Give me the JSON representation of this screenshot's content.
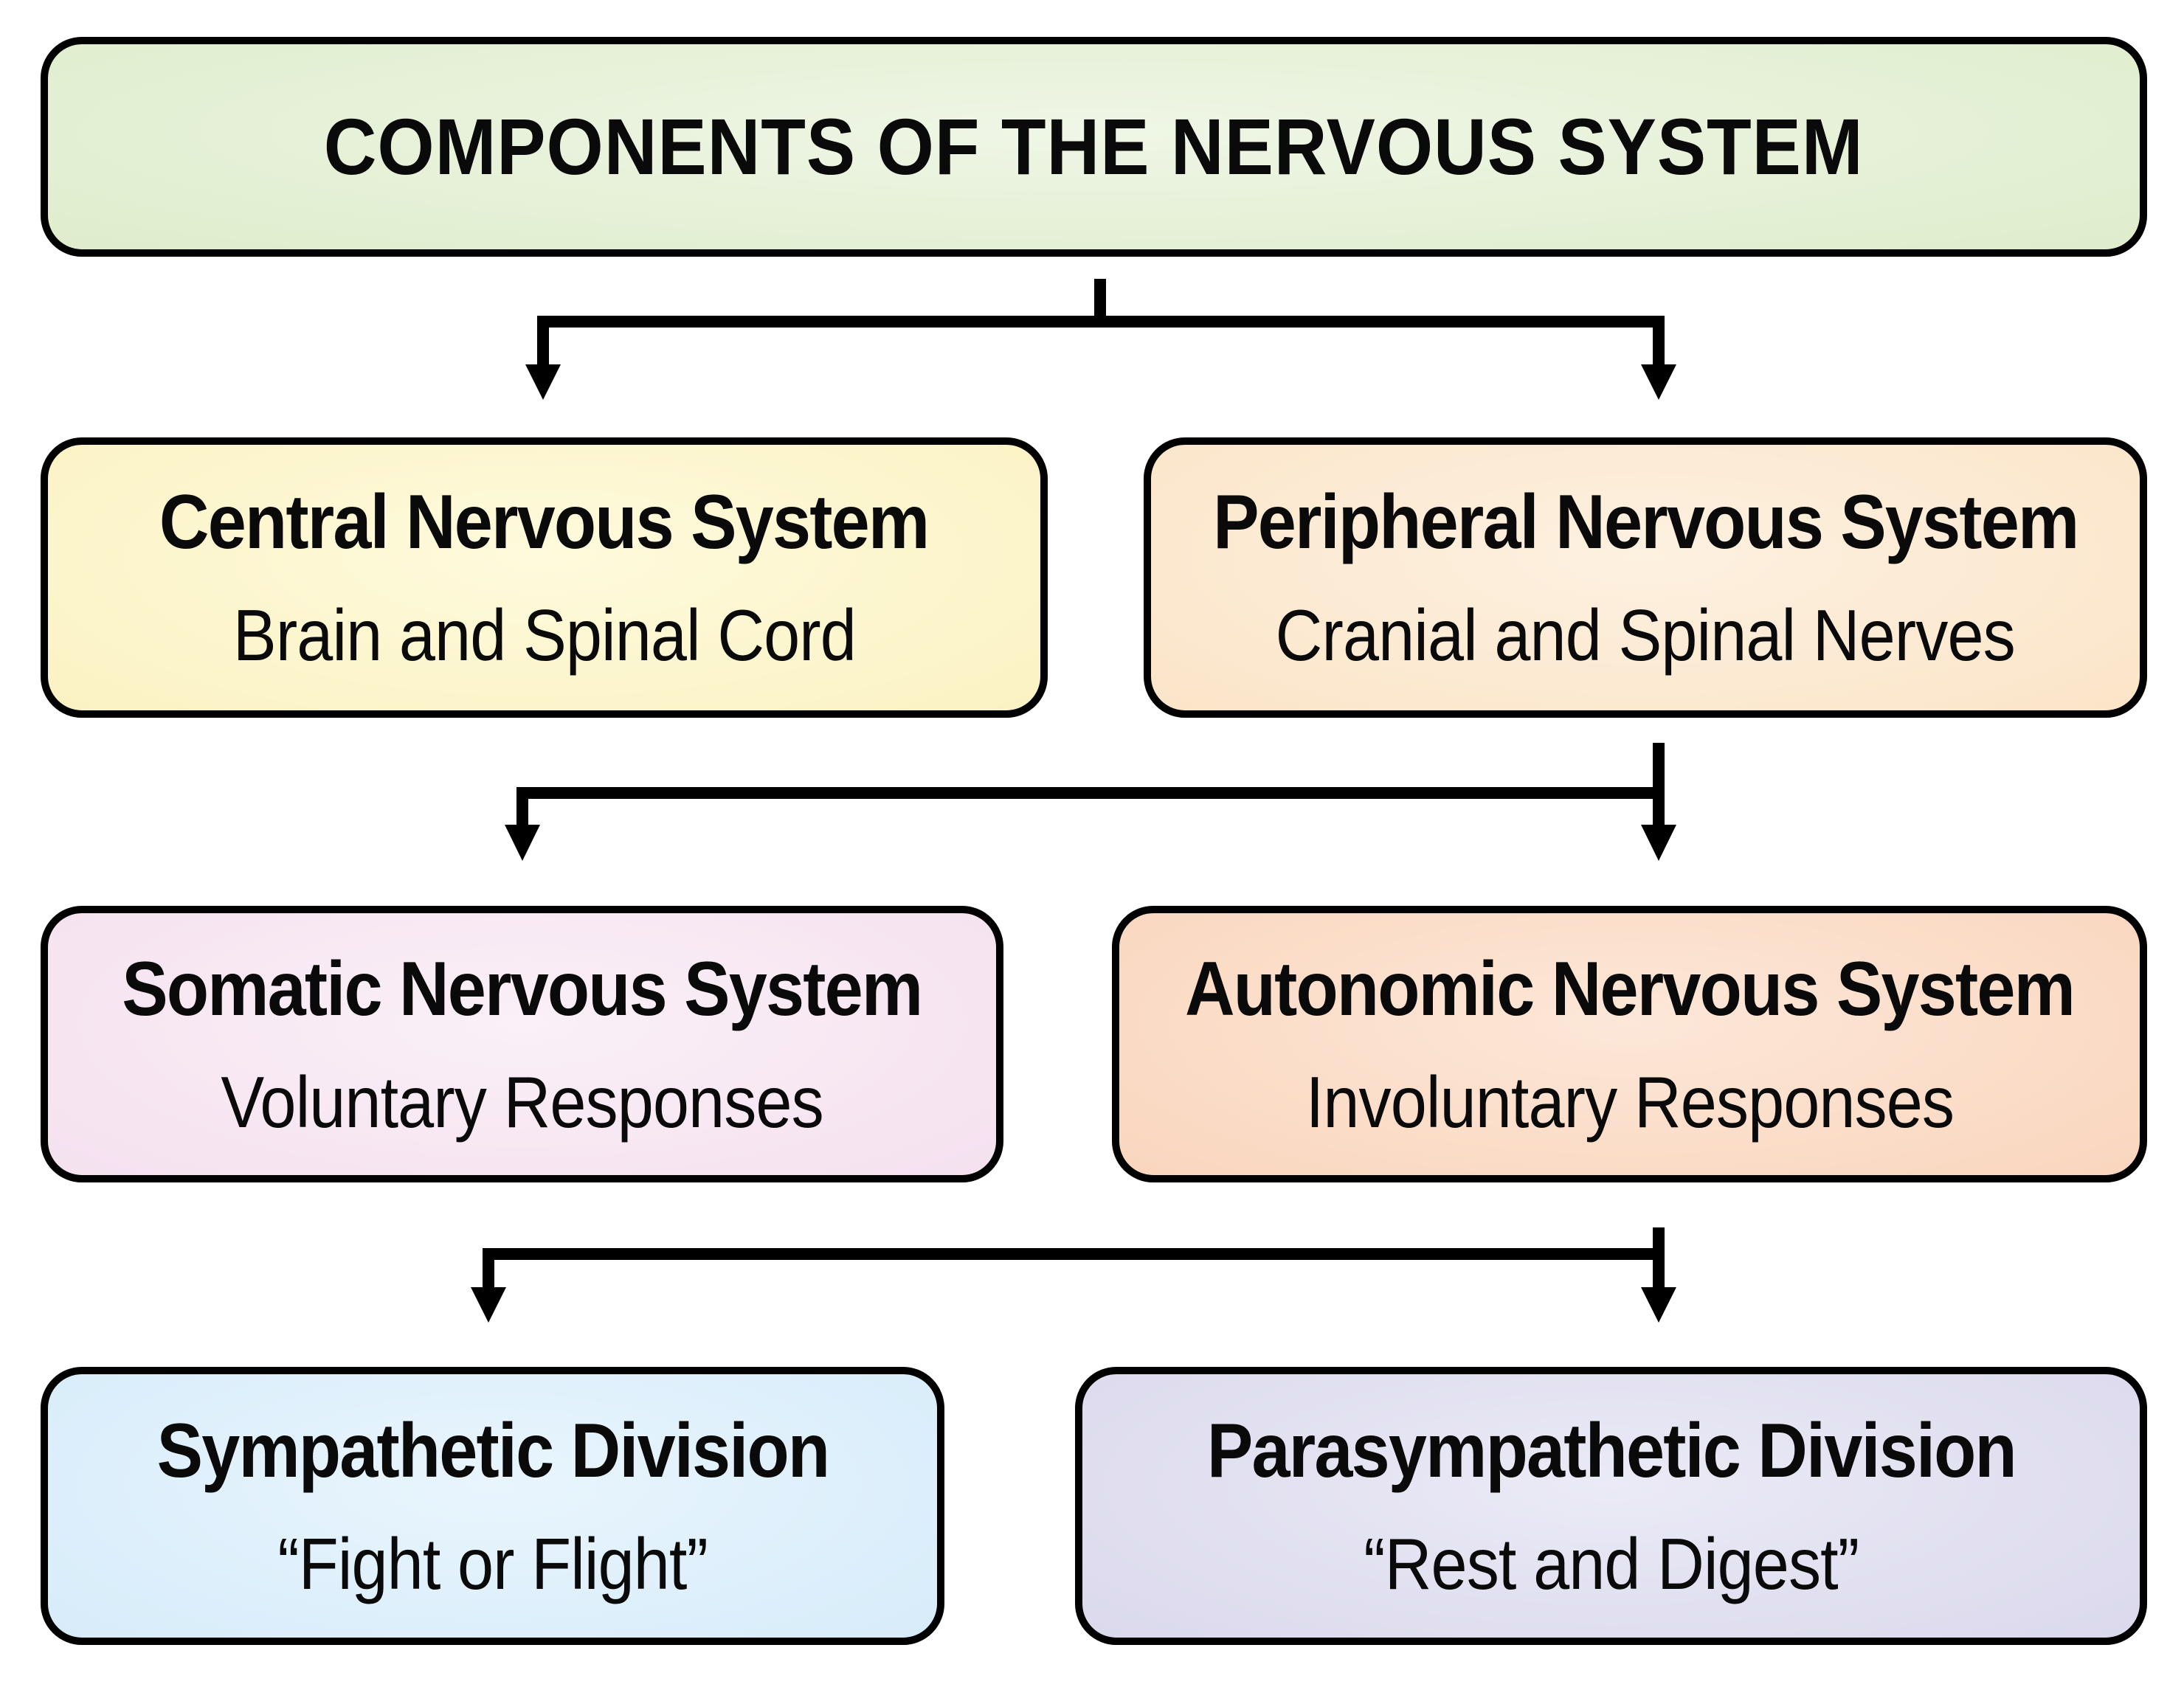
{
  "diagram": {
    "background": "#FFFFFF",
    "border_color": "#000000",
    "connector_color": "#000000",
    "title": "COMPONENTS OF THE NERVOUS SYSTEM",
    "title_fill": "#DFEDCC",
    "nodes": {
      "cns": {
        "title": "Central Nervous System",
        "subtitle": "Brain and Spinal Cord",
        "fill": "#FBF2C4"
      },
      "pns": {
        "title": "Peripheral Nervous System",
        "subtitle": "Cranial and Spinal Nerves",
        "fill": "#FBE5C9"
      },
      "somatic": {
        "title": "Somatic Nervous System",
        "subtitle": "Voluntary Responses",
        "fill": "#F5E1EF"
      },
      "autonomic": {
        "title": "Autonomic Nervous System",
        "subtitle": "Involuntary Responses",
        "fill": "#FAD6BE"
      },
      "sympathetic": {
        "title": "Sympathetic Division",
        "subtitle": "“Fight or Flight”",
        "fill": "#D7ECFA"
      },
      "parasympathetic": {
        "title": "Parasympathetic Division",
        "subtitle": "“Rest and Digest”",
        "fill": "#DBD9EC"
      }
    }
  }
}
